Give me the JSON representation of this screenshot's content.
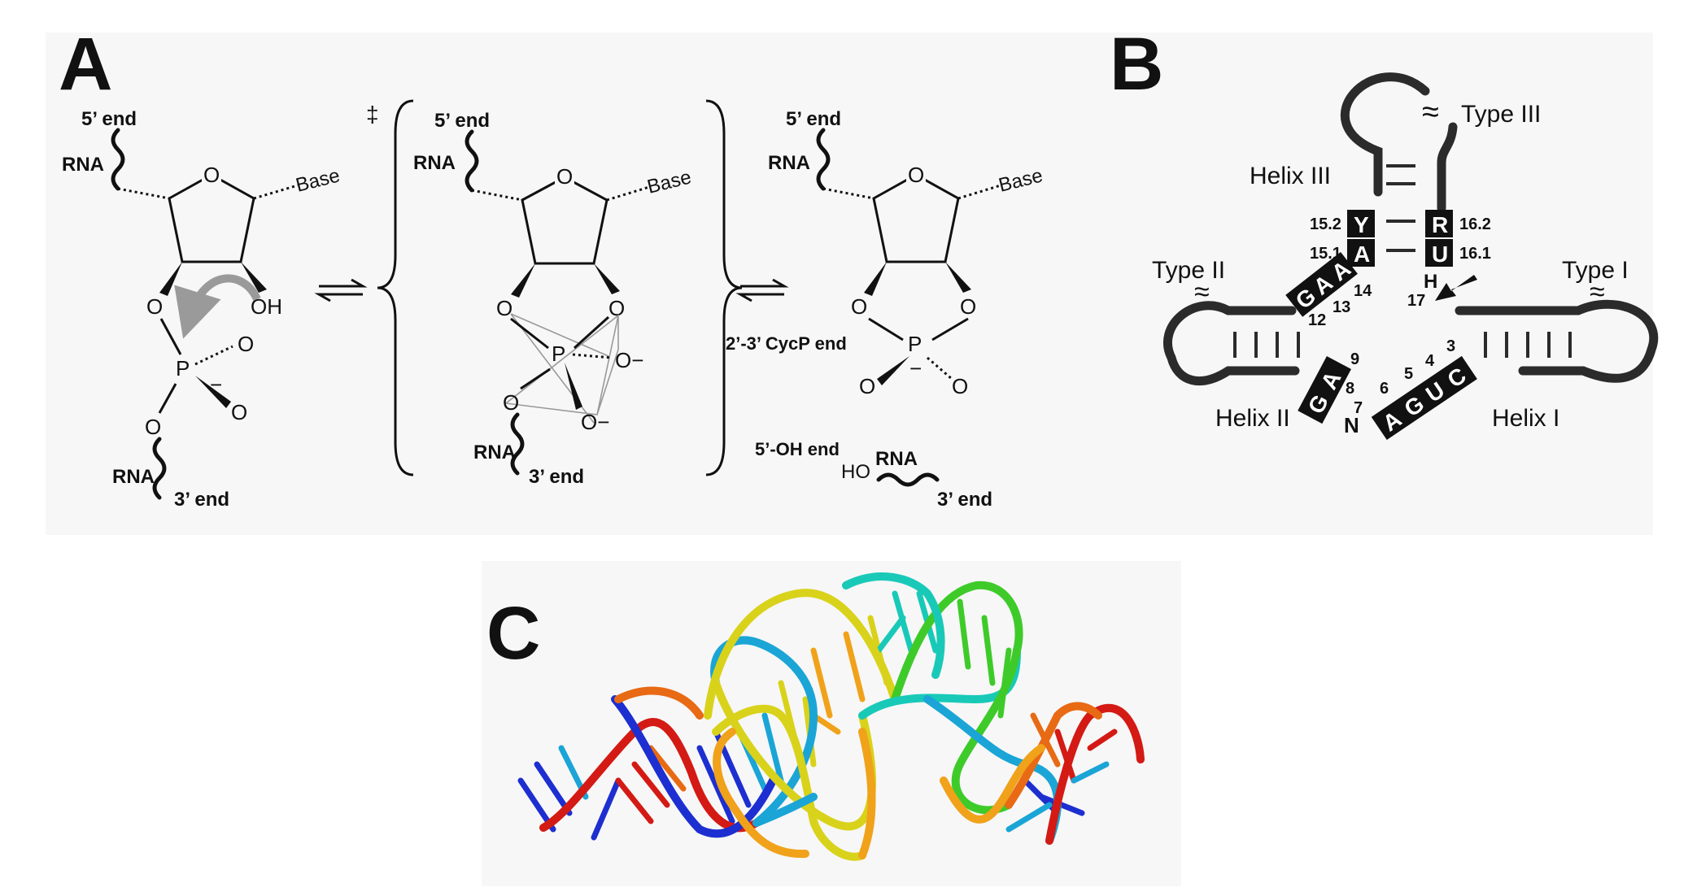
{
  "panels": {
    "a": "A",
    "b": "B",
    "c": "C"
  },
  "panel_a": {
    "five_prime_end": "5’ end",
    "three_prime_end": "3’ end",
    "rna": "RNA",
    "base": "Base",
    "o": "O",
    "oh": "OH",
    "p": "P",
    "minus": "−",
    "o_minus": "O−",
    "ho": "HO",
    "dagger": "‡",
    "cycp_end": "2’-3’ CycP end",
    "oh_end": "5’-OH end"
  },
  "panel_b": {
    "type_i": "Type I",
    "type_ii": "Type II",
    "type_iii": "Type III",
    "helix_i": "Helix I",
    "helix_ii": "Helix II",
    "helix_iii": "Helix III",
    "h": "H",
    "n": "N",
    "approx": "≈",
    "nucleotides": {
      "y": "Y",
      "a1": "A",
      "a2": "A",
      "a3": "A",
      "g1": "G",
      "r": "R",
      "u1": "U",
      "a4": "A",
      "g2": "G",
      "a5": "A",
      "g3": "G",
      "u2": "U",
      "c": "C"
    },
    "numbers": {
      "n15_2": "15.2",
      "n15_1": "15.1",
      "n16_2": "16.2",
      "n16_1": "16.1",
      "n14": "14",
      "n13": "13",
      "n12": "12",
      "n17": "17",
      "n9": "9",
      "n8": "8",
      "n7": "7",
      "n6": "6",
      "n5": "5",
      "n4": "4",
      "n3": "3"
    }
  },
  "panel_c": {
    "colors": [
      "#1d2fd0",
      "#1aa5d6",
      "#19c9b8",
      "#3ecb2a",
      "#d9d21a",
      "#f0a21a",
      "#e86a14",
      "#d41a14"
    ]
  }
}
